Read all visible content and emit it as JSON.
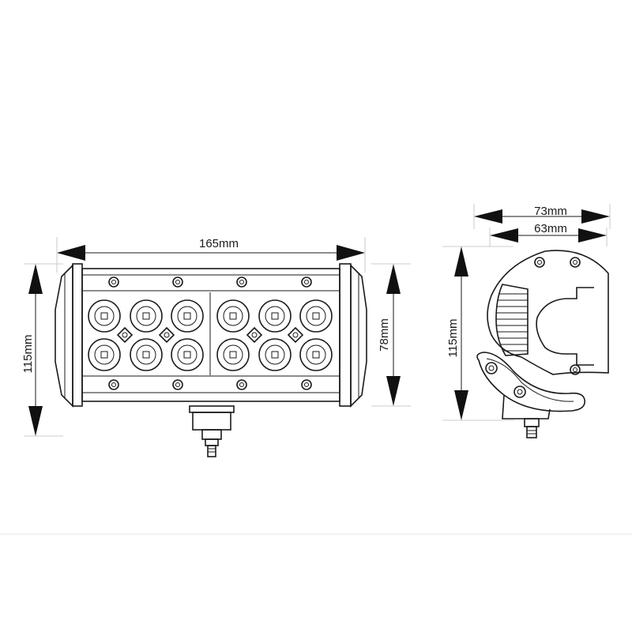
{
  "dimensions": {
    "front_width": "165mm",
    "front_height_total": "115mm",
    "front_height_body": "78mm",
    "side_width_outer": "73mm",
    "side_width_inner": "63mm",
    "side_height": "115mm"
  },
  "led_grid": {
    "rows": 2,
    "cols": 6
  }
}
